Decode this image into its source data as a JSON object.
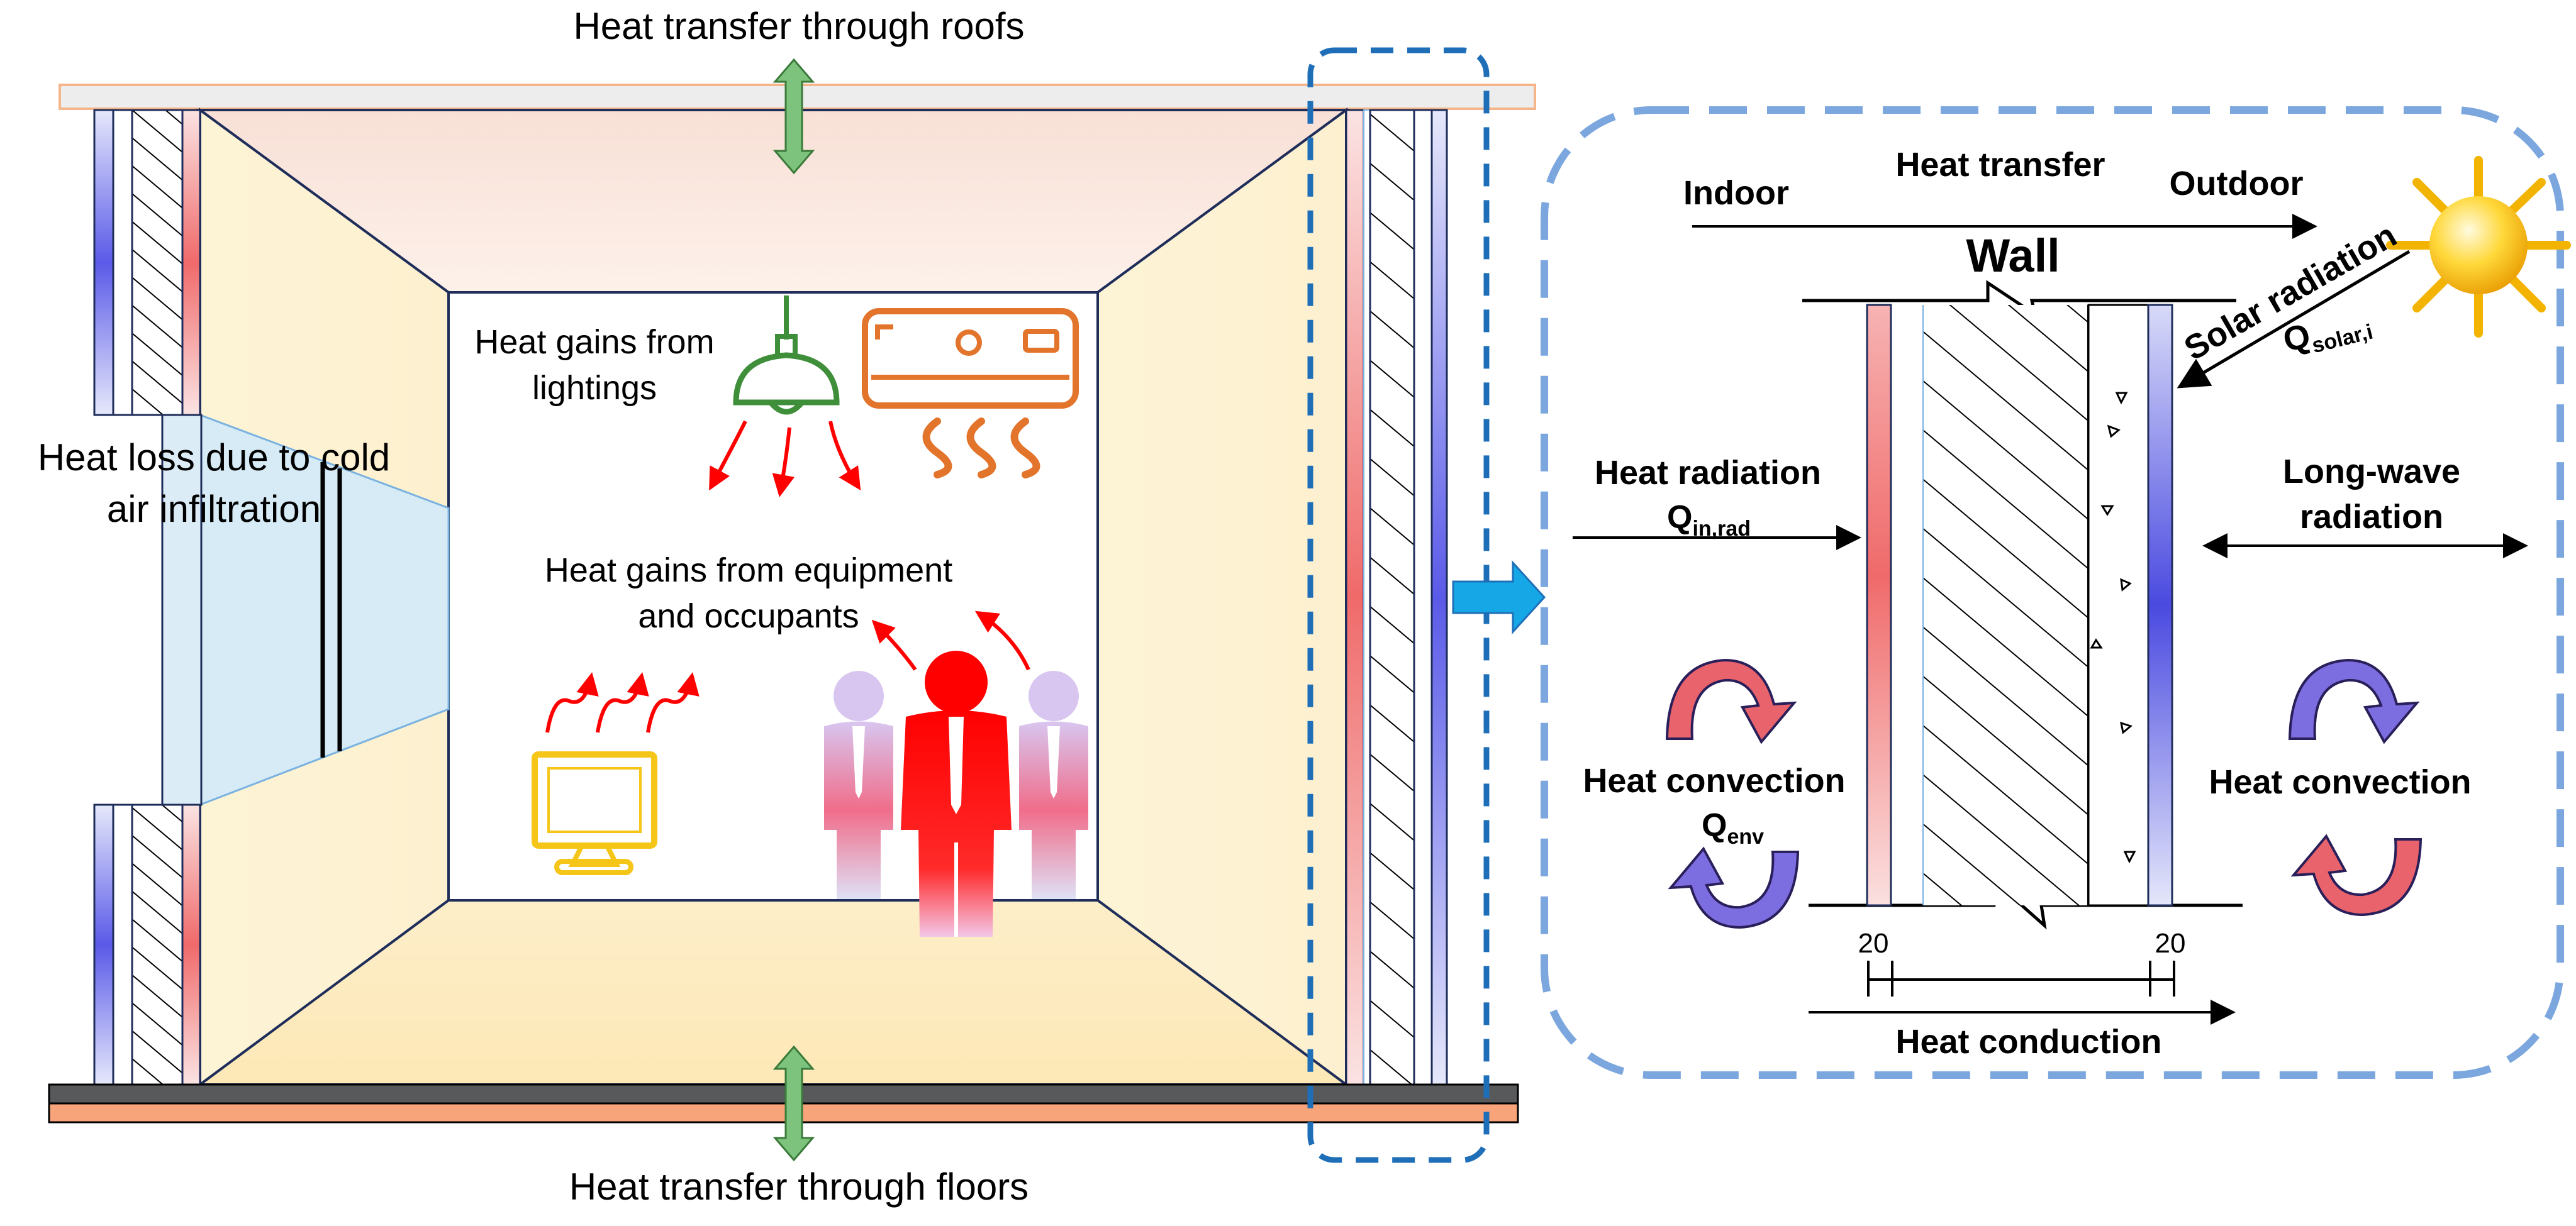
{
  "room": {
    "roof_label": "Heat transfer through roofs",
    "floor_label": "Heat transfer through floors",
    "infiltration_label_line1": "Heat loss due to cold",
    "infiltration_label_line2": "air infiltration",
    "lighting_label_line1": "Heat gains from",
    "lighting_label_line2": "lightings",
    "equipment_label_line1": "Heat gains from equipment",
    "equipment_label_line2": "and occupants"
  },
  "wall_detail": {
    "indoor_label": "Indoor",
    "heat_transfer_label": "Heat transfer",
    "outdoor_label": "Outdoor",
    "wall_label": "Wall",
    "solar_label": "Solar radiation",
    "q_solar_main": "Q",
    "q_solar_sub": "solar,i",
    "heat_radiation_label": "Heat radiation",
    "q_in_rad_main": "Q",
    "q_in_rad_sub": "in,rad",
    "long_wave_line1": "Long-wave",
    "long_wave_line2": "radiation",
    "heat_convection_left": "Heat convection",
    "q_env_main": "Q",
    "q_env_sub": "env",
    "heat_convection_right": "Heat convection",
    "dim_left": "20",
    "dim_right": "20",
    "heat_conduction_label": "Heat conduction"
  },
  "colors": {
    "roof_fill": "#f2eaea",
    "floor_top": "#58595b",
    "floor_bottom": "#f7a47a",
    "green_arrow": "#7dc27d",
    "warm_red": "#ff0000",
    "lamp_green": "#3f8f3a",
    "ac_orange": "#e2742c",
    "monitor_yellow": "#f5c518",
    "dash_blue": "#1f6fb8",
    "detail_dash": "#7ba7de",
    "cyan_arrow": "#16a7e6"
  }
}
